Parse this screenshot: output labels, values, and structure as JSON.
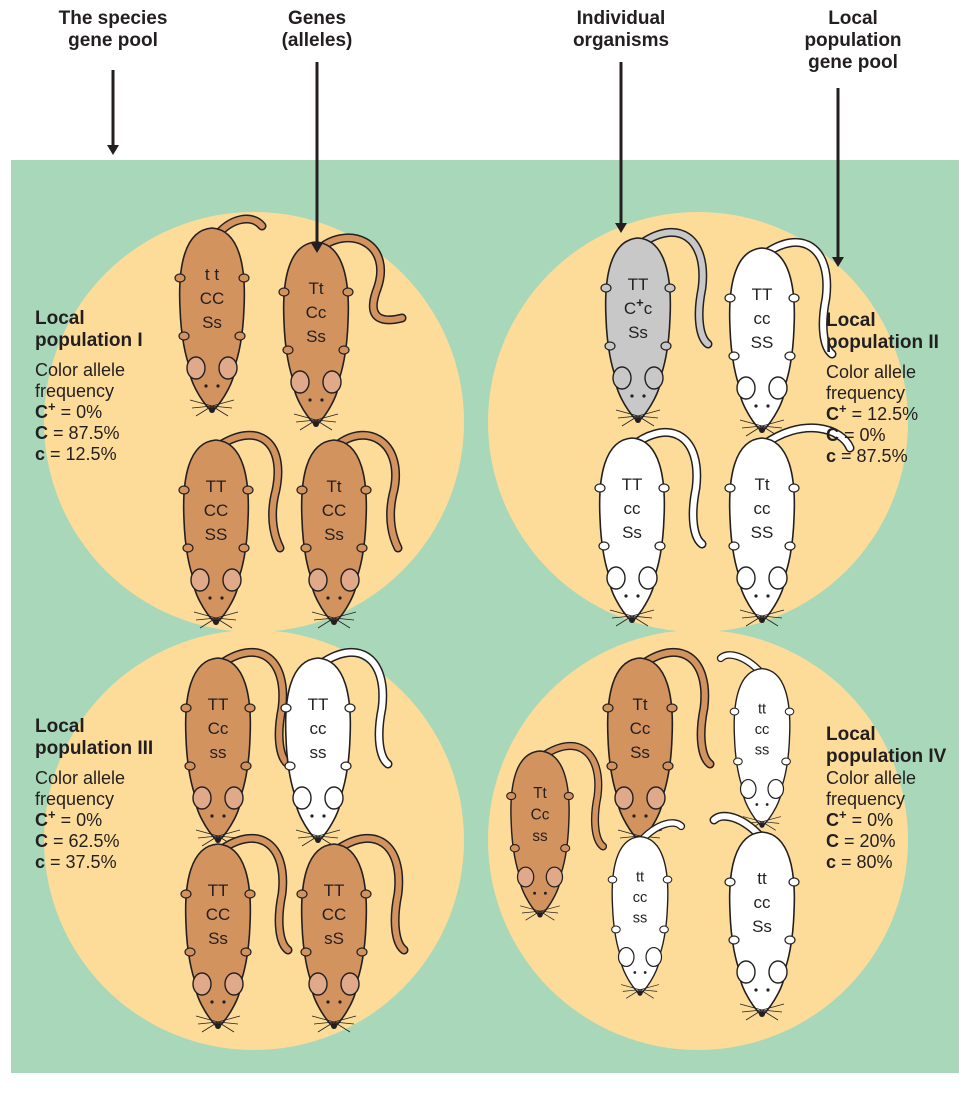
{
  "headers": {
    "species_gene_pool": [
      "The species",
      "gene pool"
    ],
    "genes_alleles": [
      "Genes",
      "(alleles)"
    ],
    "individual_organisms": [
      "Individual",
      "organisms"
    ],
    "local_population_gene_pool": [
      "Local",
      "population",
      "gene pool"
    ]
  },
  "colors": {
    "background_pool": "#a8d8b9",
    "population_circle": "#fcdc98",
    "brown_mouse": "#d3935f",
    "gray_mouse": "#c8c8c8",
    "white_mouse": "#ffffff",
    "outline": "#231f20"
  },
  "populations": [
    {
      "id": "I",
      "name": [
        "Local",
        "population I"
      ],
      "color_allele_label": [
        "Color allele",
        "frequency"
      ],
      "frequencies": [
        {
          "allele": "C",
          "sup": "+",
          "value": " = 0%"
        },
        {
          "allele": "C",
          "sup": "",
          "value": " = 87.5%"
        },
        {
          "allele": "c",
          "sup": "",
          "value": " = 12.5%"
        }
      ],
      "mice": [
        {
          "fur": "brown",
          "genotype": [
            "t t",
            "CC",
            "Ss"
          ]
        },
        {
          "fur": "brown",
          "genotype": [
            "Tt",
            "Cc",
            "Ss"
          ]
        },
        {
          "fur": "brown",
          "genotype": [
            "TT",
            "CC",
            "SS"
          ]
        },
        {
          "fur": "brown",
          "genotype": [
            "Tt",
            "CC",
            "Ss"
          ]
        }
      ]
    },
    {
      "id": "II",
      "name": [
        "Local",
        "population II"
      ],
      "color_allele_label": [
        "Color allele",
        "frequency"
      ],
      "frequencies": [
        {
          "allele": "C",
          "sup": "+",
          "value": " = 12.5%"
        },
        {
          "allele": "C",
          "sup": "",
          "value": " = 0%"
        },
        {
          "allele": "c",
          "sup": "",
          "value": " = 87.5%"
        }
      ],
      "mice": [
        {
          "fur": "gray",
          "genotype": [
            "TT",
            "C+c",
            "Ss"
          ]
        },
        {
          "fur": "white",
          "genotype": [
            "TT",
            "cc",
            "SS"
          ]
        },
        {
          "fur": "white",
          "genotype": [
            "TT",
            "cc",
            "Ss"
          ]
        },
        {
          "fur": "white",
          "genotype": [
            "Tt",
            "cc",
            "SS"
          ]
        }
      ]
    },
    {
      "id": "III",
      "name": [
        "Local",
        "population III"
      ],
      "color_allele_label": [
        "Color allele",
        "frequency"
      ],
      "frequencies": [
        {
          "allele": "C",
          "sup": "+",
          "value": " = 0%"
        },
        {
          "allele": "C",
          "sup": "",
          "value": " = 62.5%"
        },
        {
          "allele": "c",
          "sup": "",
          "value": " = 37.5%"
        }
      ],
      "mice": [
        {
          "fur": "brown",
          "genotype": [
            "TT",
            "Cc",
            "ss"
          ]
        },
        {
          "fur": "white",
          "genotype": [
            "TT",
            "cc",
            "ss"
          ]
        },
        {
          "fur": "brown",
          "genotype": [
            "TT",
            "CC",
            "Ss"
          ]
        },
        {
          "fur": "brown",
          "genotype": [
            "TT",
            "CC",
            "sS"
          ]
        }
      ]
    },
    {
      "id": "IV",
      "name": [
        "Local",
        "population IV"
      ],
      "color_allele_label": [
        "Color allele",
        "frequency"
      ],
      "frequencies": [
        {
          "allele": "C",
          "sup": "+",
          "value": " = 0%"
        },
        {
          "allele": "C",
          "sup": "",
          "value": " = 20%"
        },
        {
          "allele": "c",
          "sup": "",
          "value": " = 80%"
        }
      ],
      "mice": [
        {
          "fur": "brown",
          "genotype": [
            "Tt",
            "Cc",
            "Ss"
          ]
        },
        {
          "fur": "white",
          "genotype": [
            "tt",
            "cc",
            "ss"
          ]
        },
        {
          "fur": "brown",
          "genotype": [
            "Tt",
            "Cc",
            "ss"
          ]
        },
        {
          "fur": "white",
          "genotype": [
            "tt",
            "cc",
            "ss"
          ]
        },
        {
          "fur": "white",
          "genotype": [
            "tt",
            "cc",
            "Ss"
          ]
        }
      ]
    }
  ]
}
